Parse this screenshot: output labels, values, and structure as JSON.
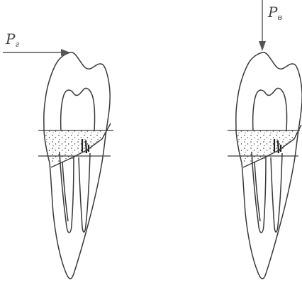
{
  "diagram": {
    "left_figure": {
      "force_symbol": "P",
      "force_subscript": "г",
      "force_direction": "horizontal"
    },
    "right_figure": {
      "force_symbol": "P",
      "force_subscript": "в",
      "force_direction": "vertical"
    },
    "colors": {
      "ink": "#3a3a3a",
      "arrow": "#555555",
      "background": "#ffffff"
    }
  }
}
